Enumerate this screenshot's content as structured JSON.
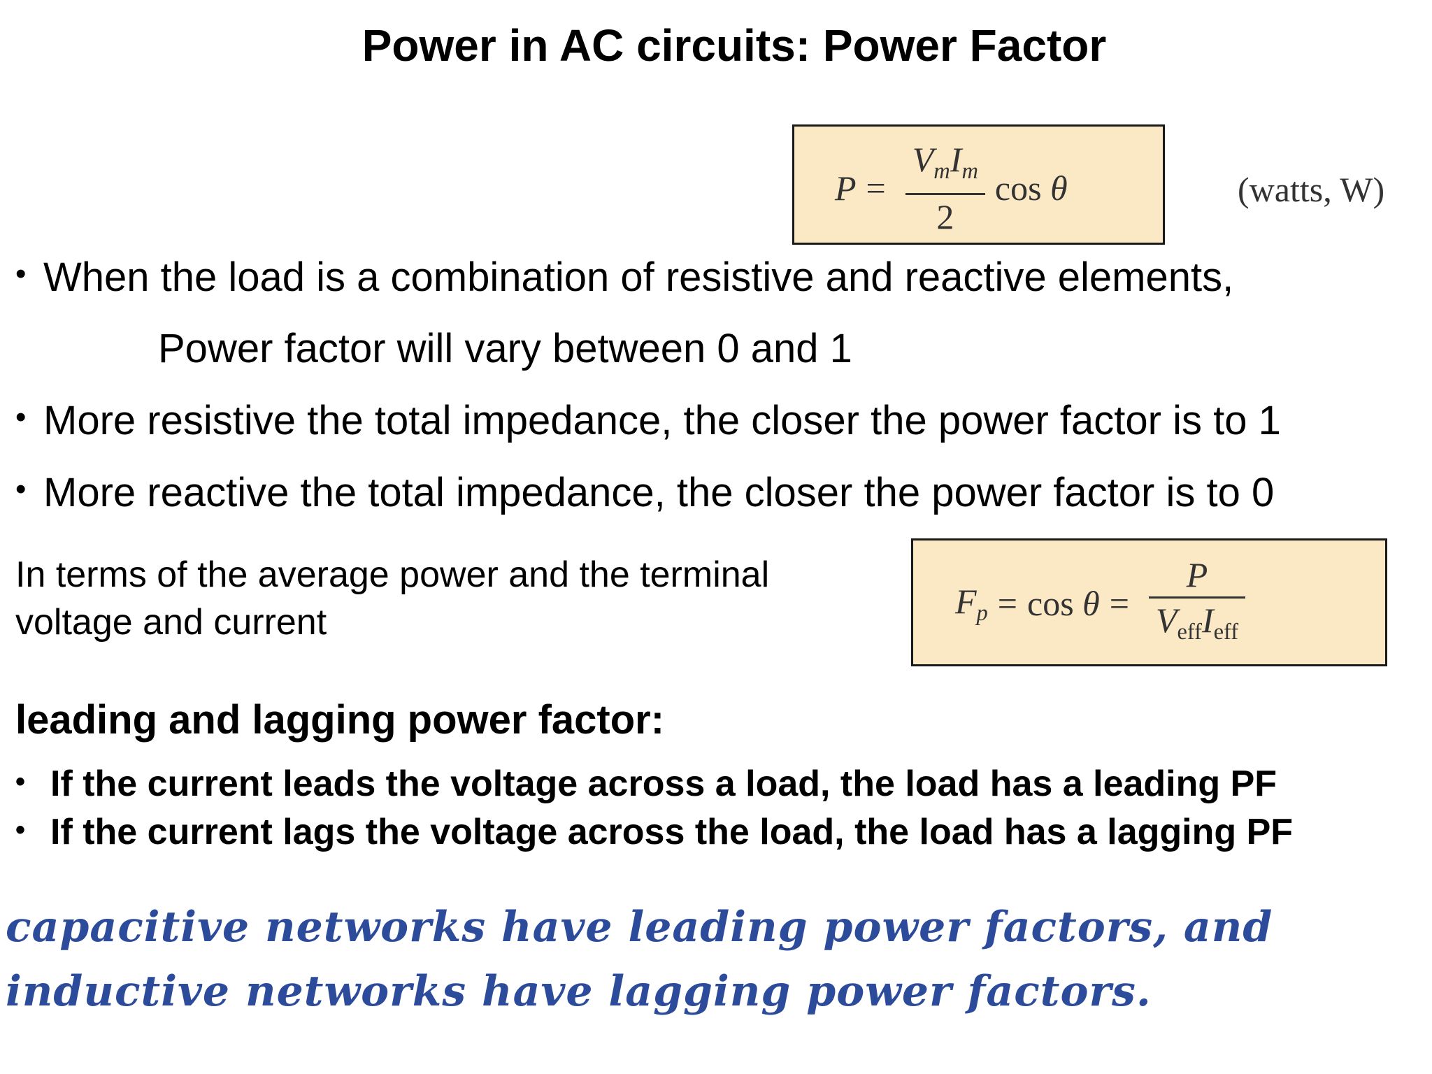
{
  "title": "Power in AC circuits: Power Factor",
  "power_equation": {
    "lhs": "P",
    "equals": "=",
    "numerator_v": "V",
    "numerator_v_sub": "m",
    "numerator_i": "I",
    "numerator_i_sub": "m",
    "denominator": "2",
    "cos": "cos",
    "theta": "θ",
    "units": "(watts, W)"
  },
  "bullets": [
    "When the load is a combination of resistive and reactive elements,",
    "More resistive the total impedance, the closer the power factor is to 1",
    "More reactive the total impedance, the closer the power factor is to 0"
  ],
  "bullet_glyph": "•",
  "indented_line": "Power factor will vary between 0 and 1",
  "terms_text": "In terms of the average power and the terminal voltage and current",
  "pf_equation": {
    "lhs": "F",
    "lhs_sub": "p",
    "equals": "=",
    "cos": "cos",
    "theta": "θ",
    "numerator": "P",
    "denominator_v": "V",
    "denominator_v_sub": "eff",
    "denominator_i": "I",
    "denominator_i_sub": "eff"
  },
  "subheading": "leading and lagging power factor:",
  "pf_items": [
    "If the current leads the voltage across a load, the load has a leading PF",
    "If the current lags the voltage across the load, the load has a lagging PF"
  ],
  "note": "capacitive networks have leading power factors, and inductive networks have lagging power factors.",
  "colors": {
    "equation_box_fill": "#fbe8c5",
    "note_text": "#2c4b9a"
  }
}
